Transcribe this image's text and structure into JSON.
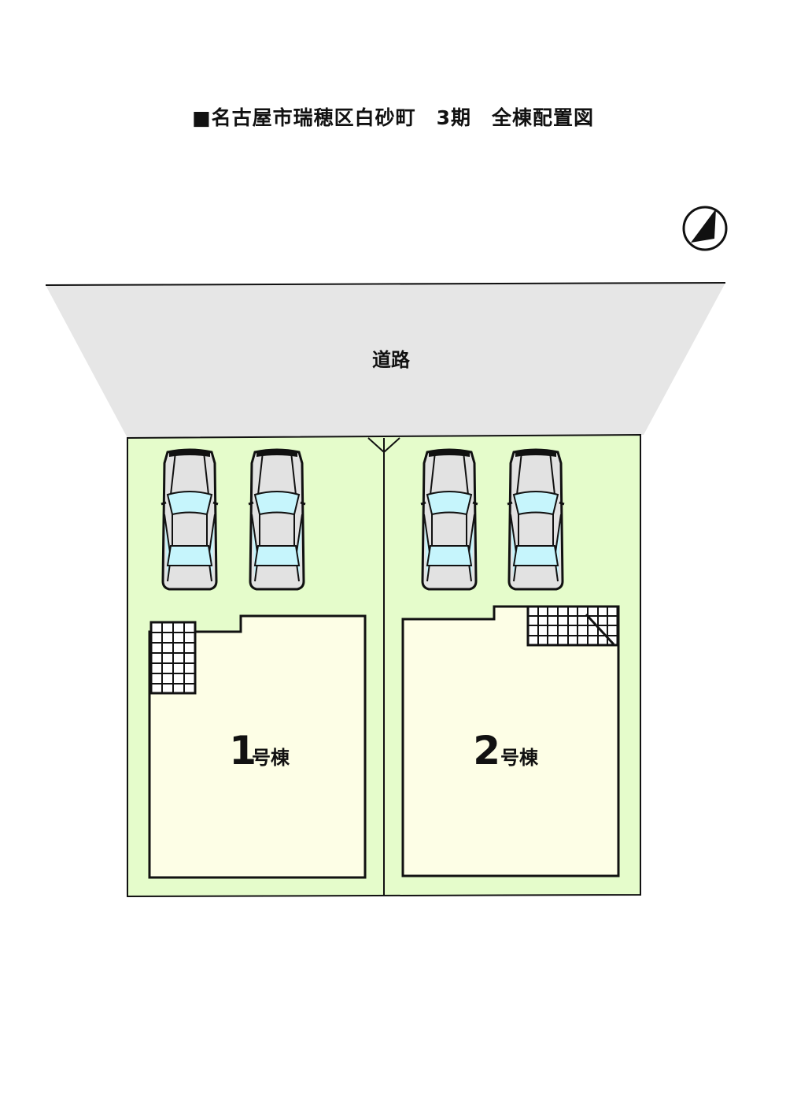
{
  "title": "■名古屋市瑞穂区白砂町　3期　全棟配置図",
  "road_label": "道路",
  "lots": [
    {
      "number": "1",
      "suffix": "号棟"
    },
    {
      "number": "2",
      "suffix": "号棟"
    }
  ],
  "colors": {
    "road": "#e6e6e6",
    "lot": "#e5fccb",
    "house": "#fdfee6",
    "car_body": "#e2e2e2",
    "car_glass": "#c6f5fc"
  }
}
